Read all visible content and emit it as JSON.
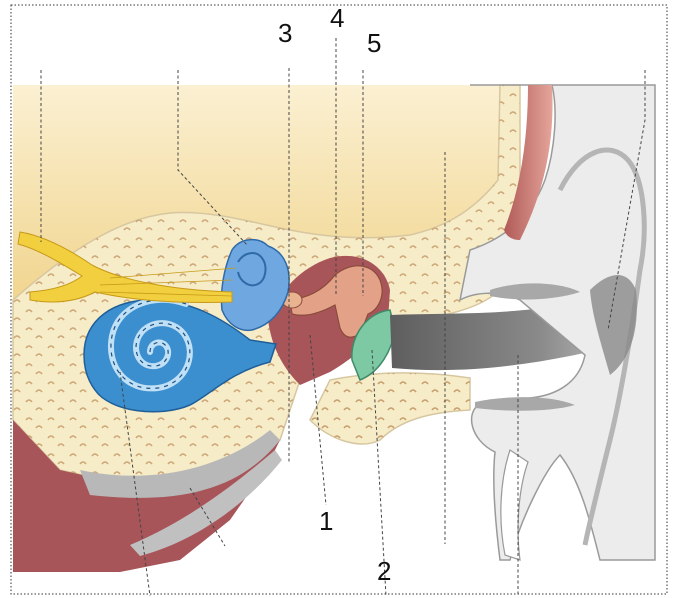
{
  "diagram": {
    "labels": [
      {
        "id": "label-1",
        "text": "1"
      },
      {
        "id": "label-2",
        "text": "2"
      },
      {
        "id": "label-3",
        "text": "3"
      },
      {
        "id": "label-4",
        "text": "4"
      },
      {
        "id": "label-5",
        "text": "5"
      }
    ],
    "colors": {
      "brain": "#f6dfa6",
      "bone": "#f7ecc8",
      "bone_dots": "#c8a878",
      "soft_tissue": "#a8555a",
      "cochlea": "#3c8fcf",
      "nerve": "#f2cf3e",
      "ear_canal": "#8f8f8f",
      "ear_skin": "#e9e9e9",
      "eardrum": "#7cc9a4",
      "ossicles": "#d8907a"
    }
  }
}
